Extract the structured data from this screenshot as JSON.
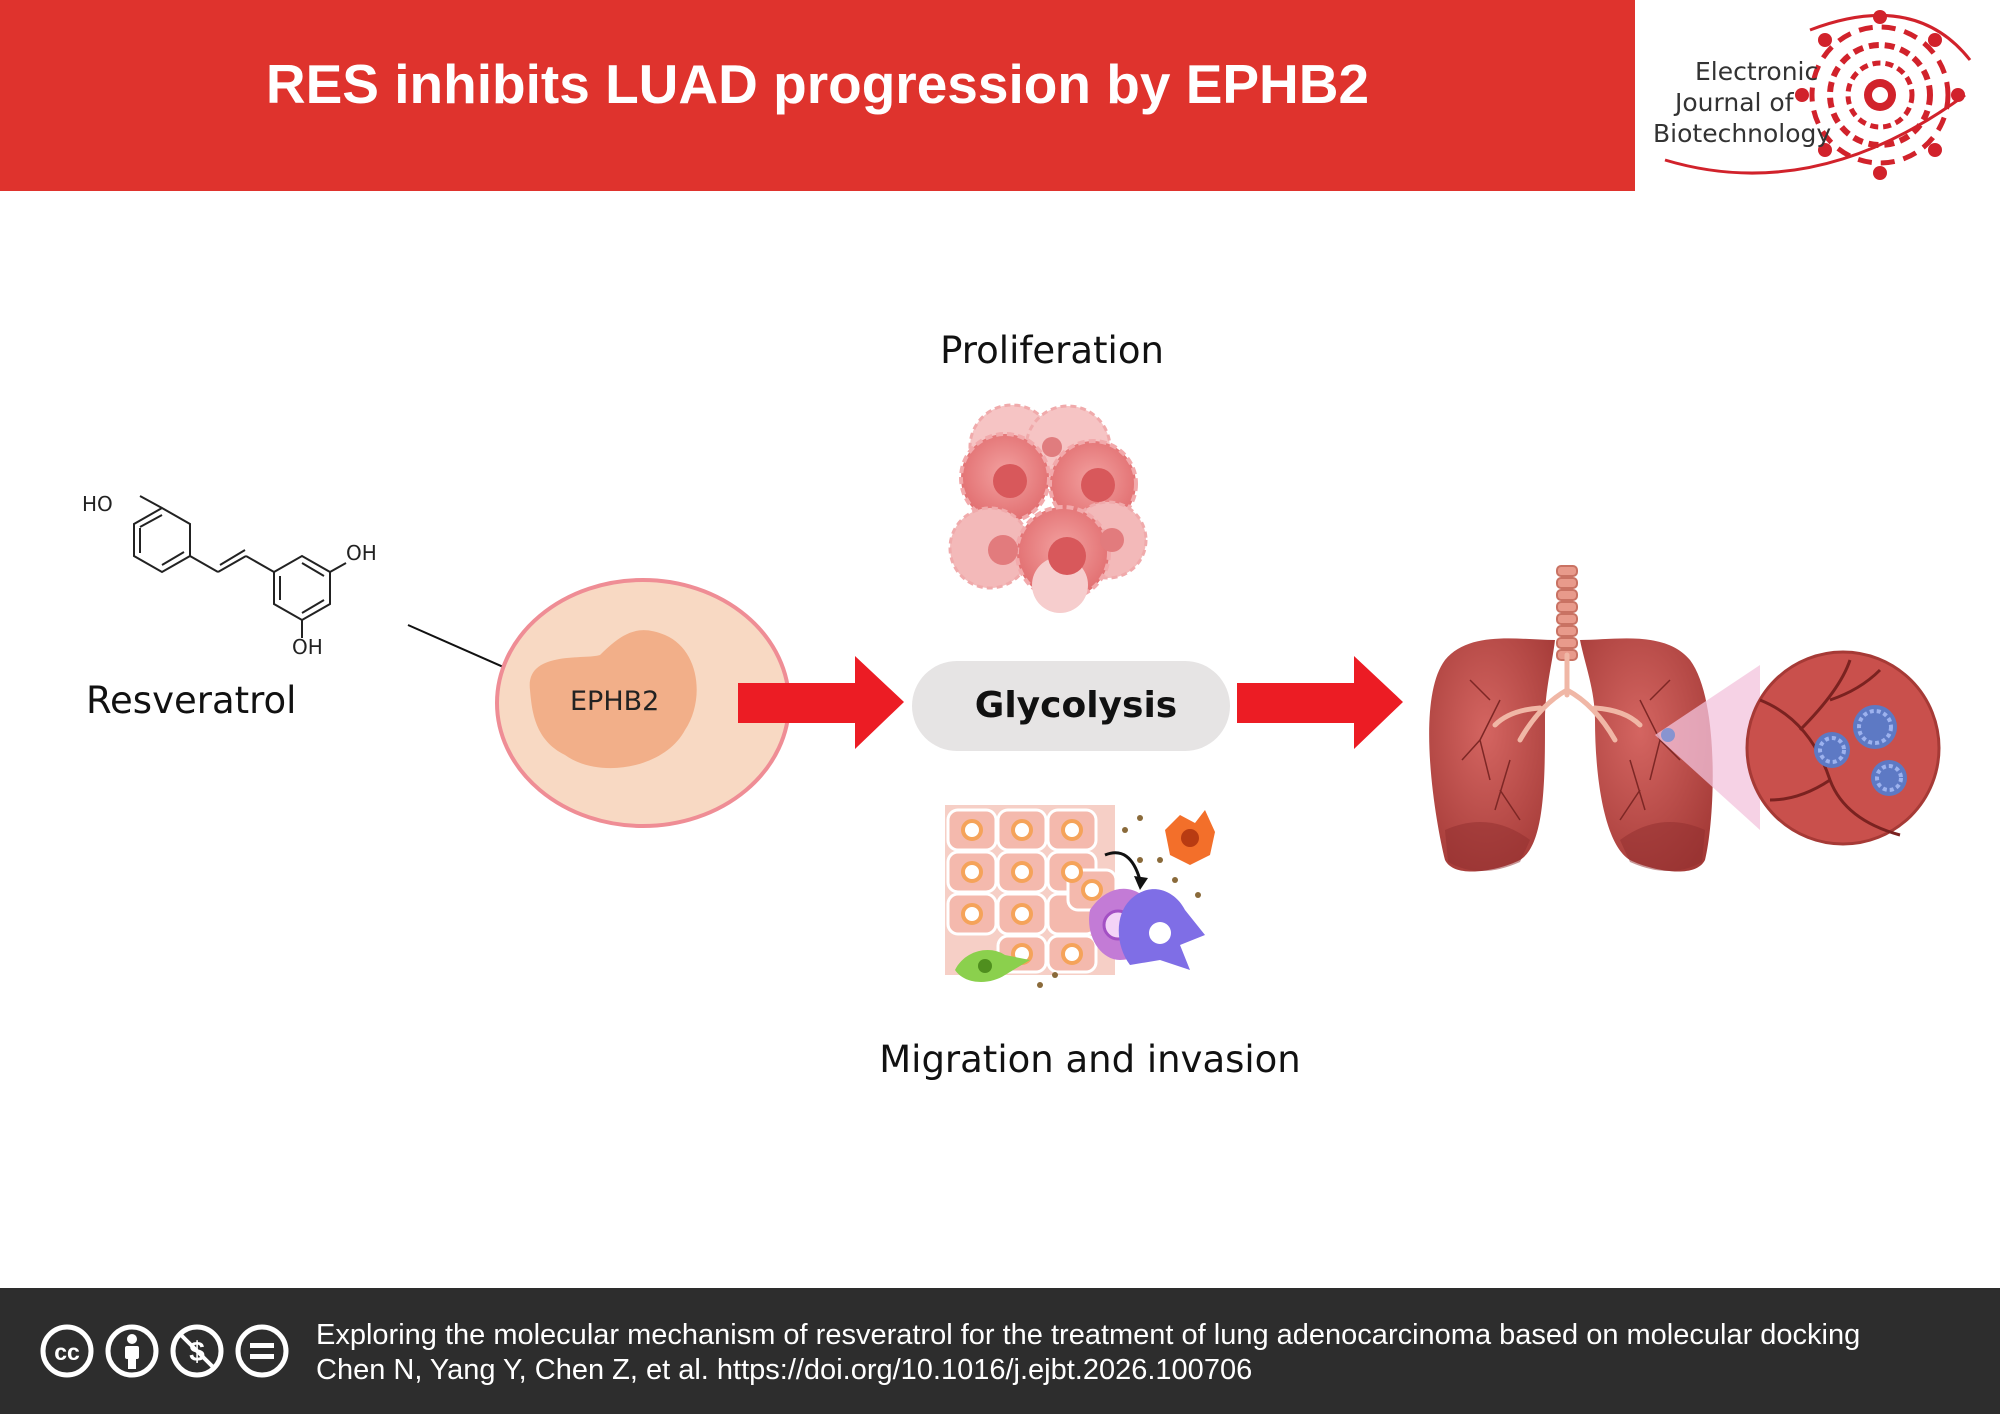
{
  "header": {
    "title": "RES inhibits LUAD progression by EPHB2",
    "color": "#df332d"
  },
  "logo": {
    "line1": "Electronic",
    "line2": "Journal of",
    "line3": "Biotechnology"
  },
  "diagram": {
    "compound_label": "Resveratrol",
    "molecule_labels": {
      "top": "HO",
      "right": "OH",
      "bottom": "OH"
    },
    "target_label": "EPHB2",
    "center_label": "Glycolysis",
    "top_label": "Proliferation",
    "bottom_label": "Migration and invasion",
    "arrow_color": "#ec1c24"
  },
  "footer": {
    "icons": [
      "cc-icon",
      "by-icon",
      "nc-icon",
      "nd-icon"
    ],
    "citation_line1": "Exploring the molecular mechanism of resveratrol for the treatment of lung adenocarcinoma based on molecular docking",
    "citation_line2": "Chen N, Yang Y, Chen Z, et al. https://doi.org/10.1016/j.ejbt.2026.100706"
  }
}
